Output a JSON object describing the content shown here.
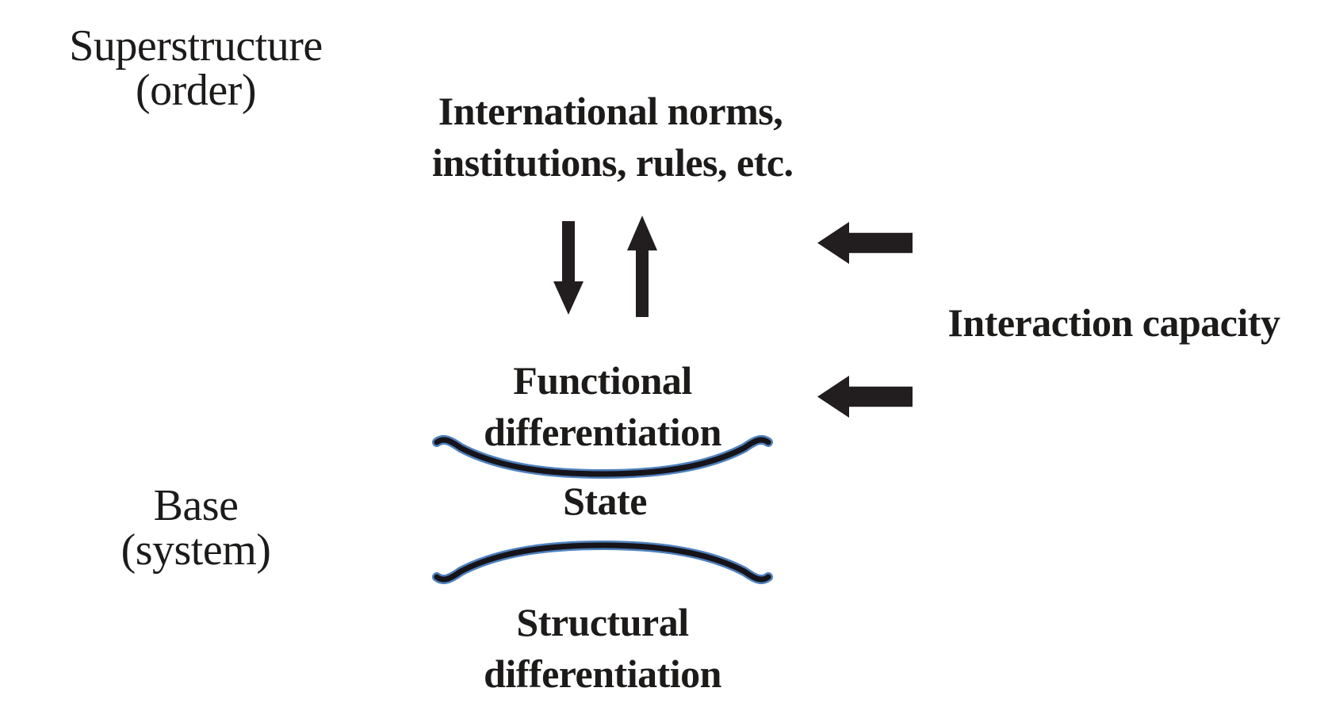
{
  "diagram": {
    "title_context": "Superstructure-base diagram of international system",
    "colors": {
      "background": "#ffffff",
      "text": "#1d1b1a",
      "arrow": "#221e1f",
      "curve_outline": "#4f81bd",
      "curve_core": "#16141a"
    },
    "superstructure": {
      "line1": "Superstructure",
      "line2": "(order)"
    },
    "base": {
      "line1": "Base",
      "line2": "(system)"
    },
    "international_norms": {
      "line1": "International norms,",
      "line2": "institutions, rules, etc."
    },
    "functional_differentiation": {
      "line1": "Functional",
      "line2": "differentiation"
    },
    "state": {
      "label": "State"
    },
    "structural_differentiation": {
      "line1": "Structural",
      "line2": "differentiation"
    },
    "interaction_capacity": {
      "label": "Interaction capacity"
    },
    "arrows": {
      "down": "downward-arrow",
      "up": "upward-arrow",
      "left_top": "leftward-arrow",
      "left_middle": "leftward-arrow"
    }
  }
}
